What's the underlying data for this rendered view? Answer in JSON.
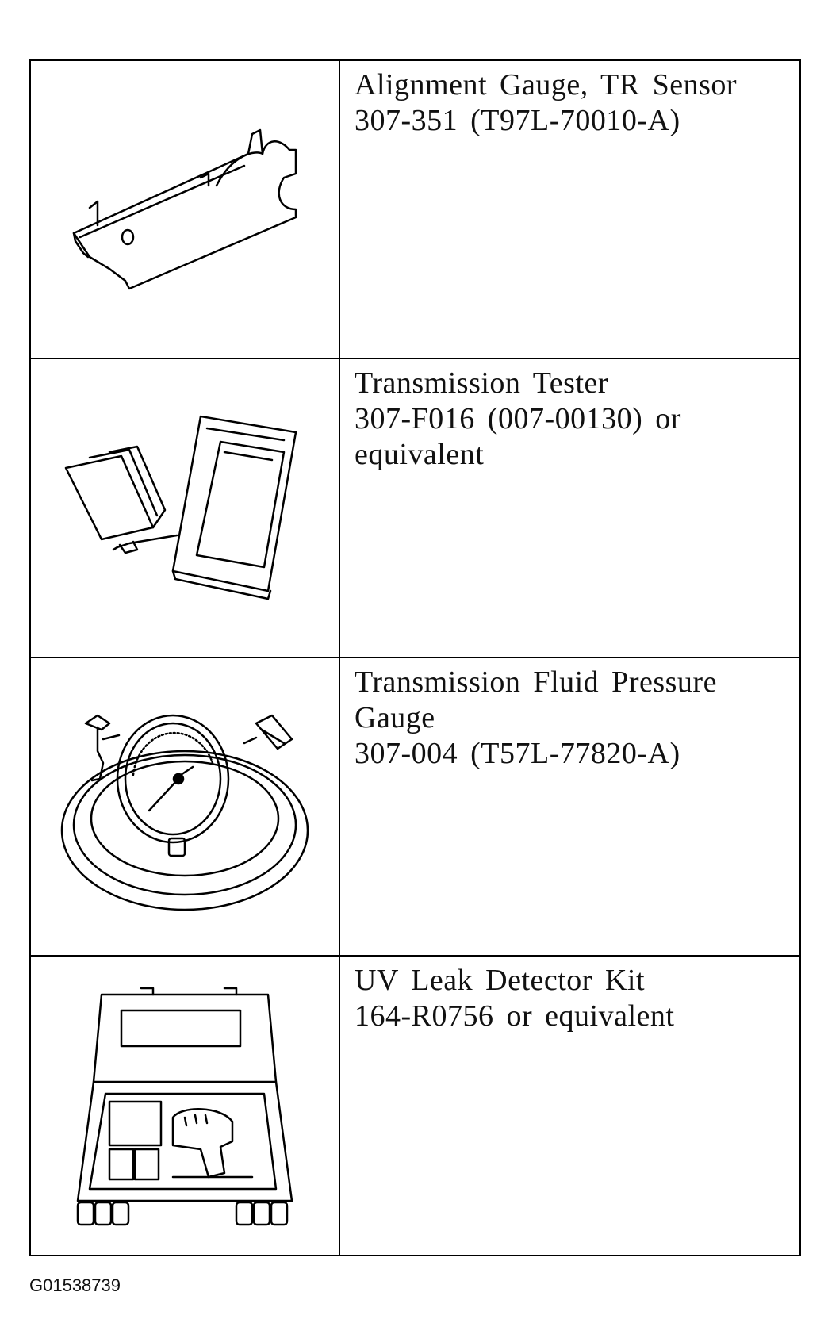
{
  "tools": [
    {
      "icon": "alignment-gauge-icon",
      "lines": [
        "Alignment Gauge, TR Sensor",
        "307-351 (T97L-70010-A)"
      ]
    },
    {
      "icon": "transmission-tester-icon",
      "lines": [
        "Transmission Tester",
        "307-F016 (007-00130) or",
        "equivalent"
      ]
    },
    {
      "icon": "pressure-gauge-icon",
      "lines": [
        "Transmission Fluid Pressure",
        "Gauge",
        "307-004 (T57L-77820-A)"
      ]
    },
    {
      "icon": "uv-leak-detector-kit-icon",
      "lines": [
        "UV Leak Detector Kit",
        "164-R0756 or equivalent"
      ]
    }
  ],
  "figure_id": "G01538739"
}
